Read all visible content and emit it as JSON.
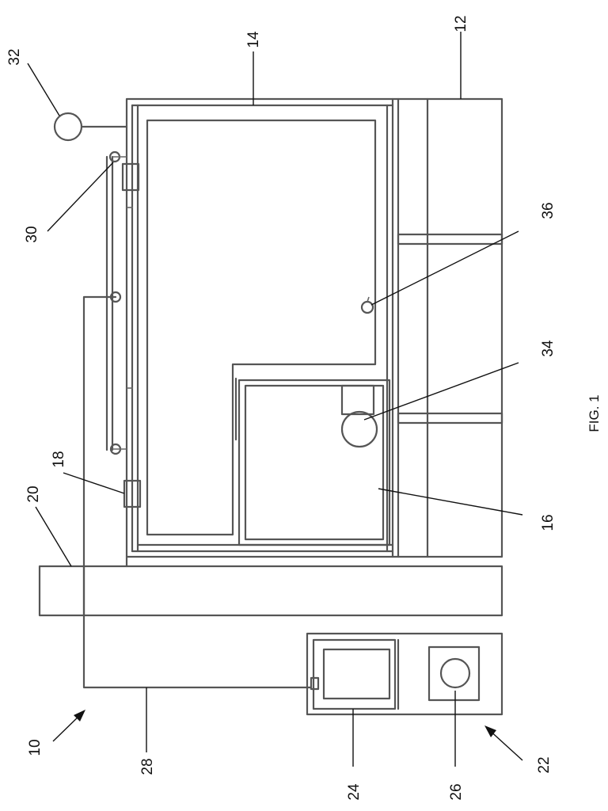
{
  "figure": {
    "caption": "FIG. 1",
    "reference_numerals": {
      "n10": "10",
      "n12": "12",
      "n14": "14",
      "n16": "16",
      "n18": "18",
      "n20": "20",
      "n22": "22",
      "n24": "24",
      "n26": "26",
      "n28": "28",
      "n30": "30",
      "n32": "32",
      "n34": "34",
      "n36": "36"
    }
  }
}
